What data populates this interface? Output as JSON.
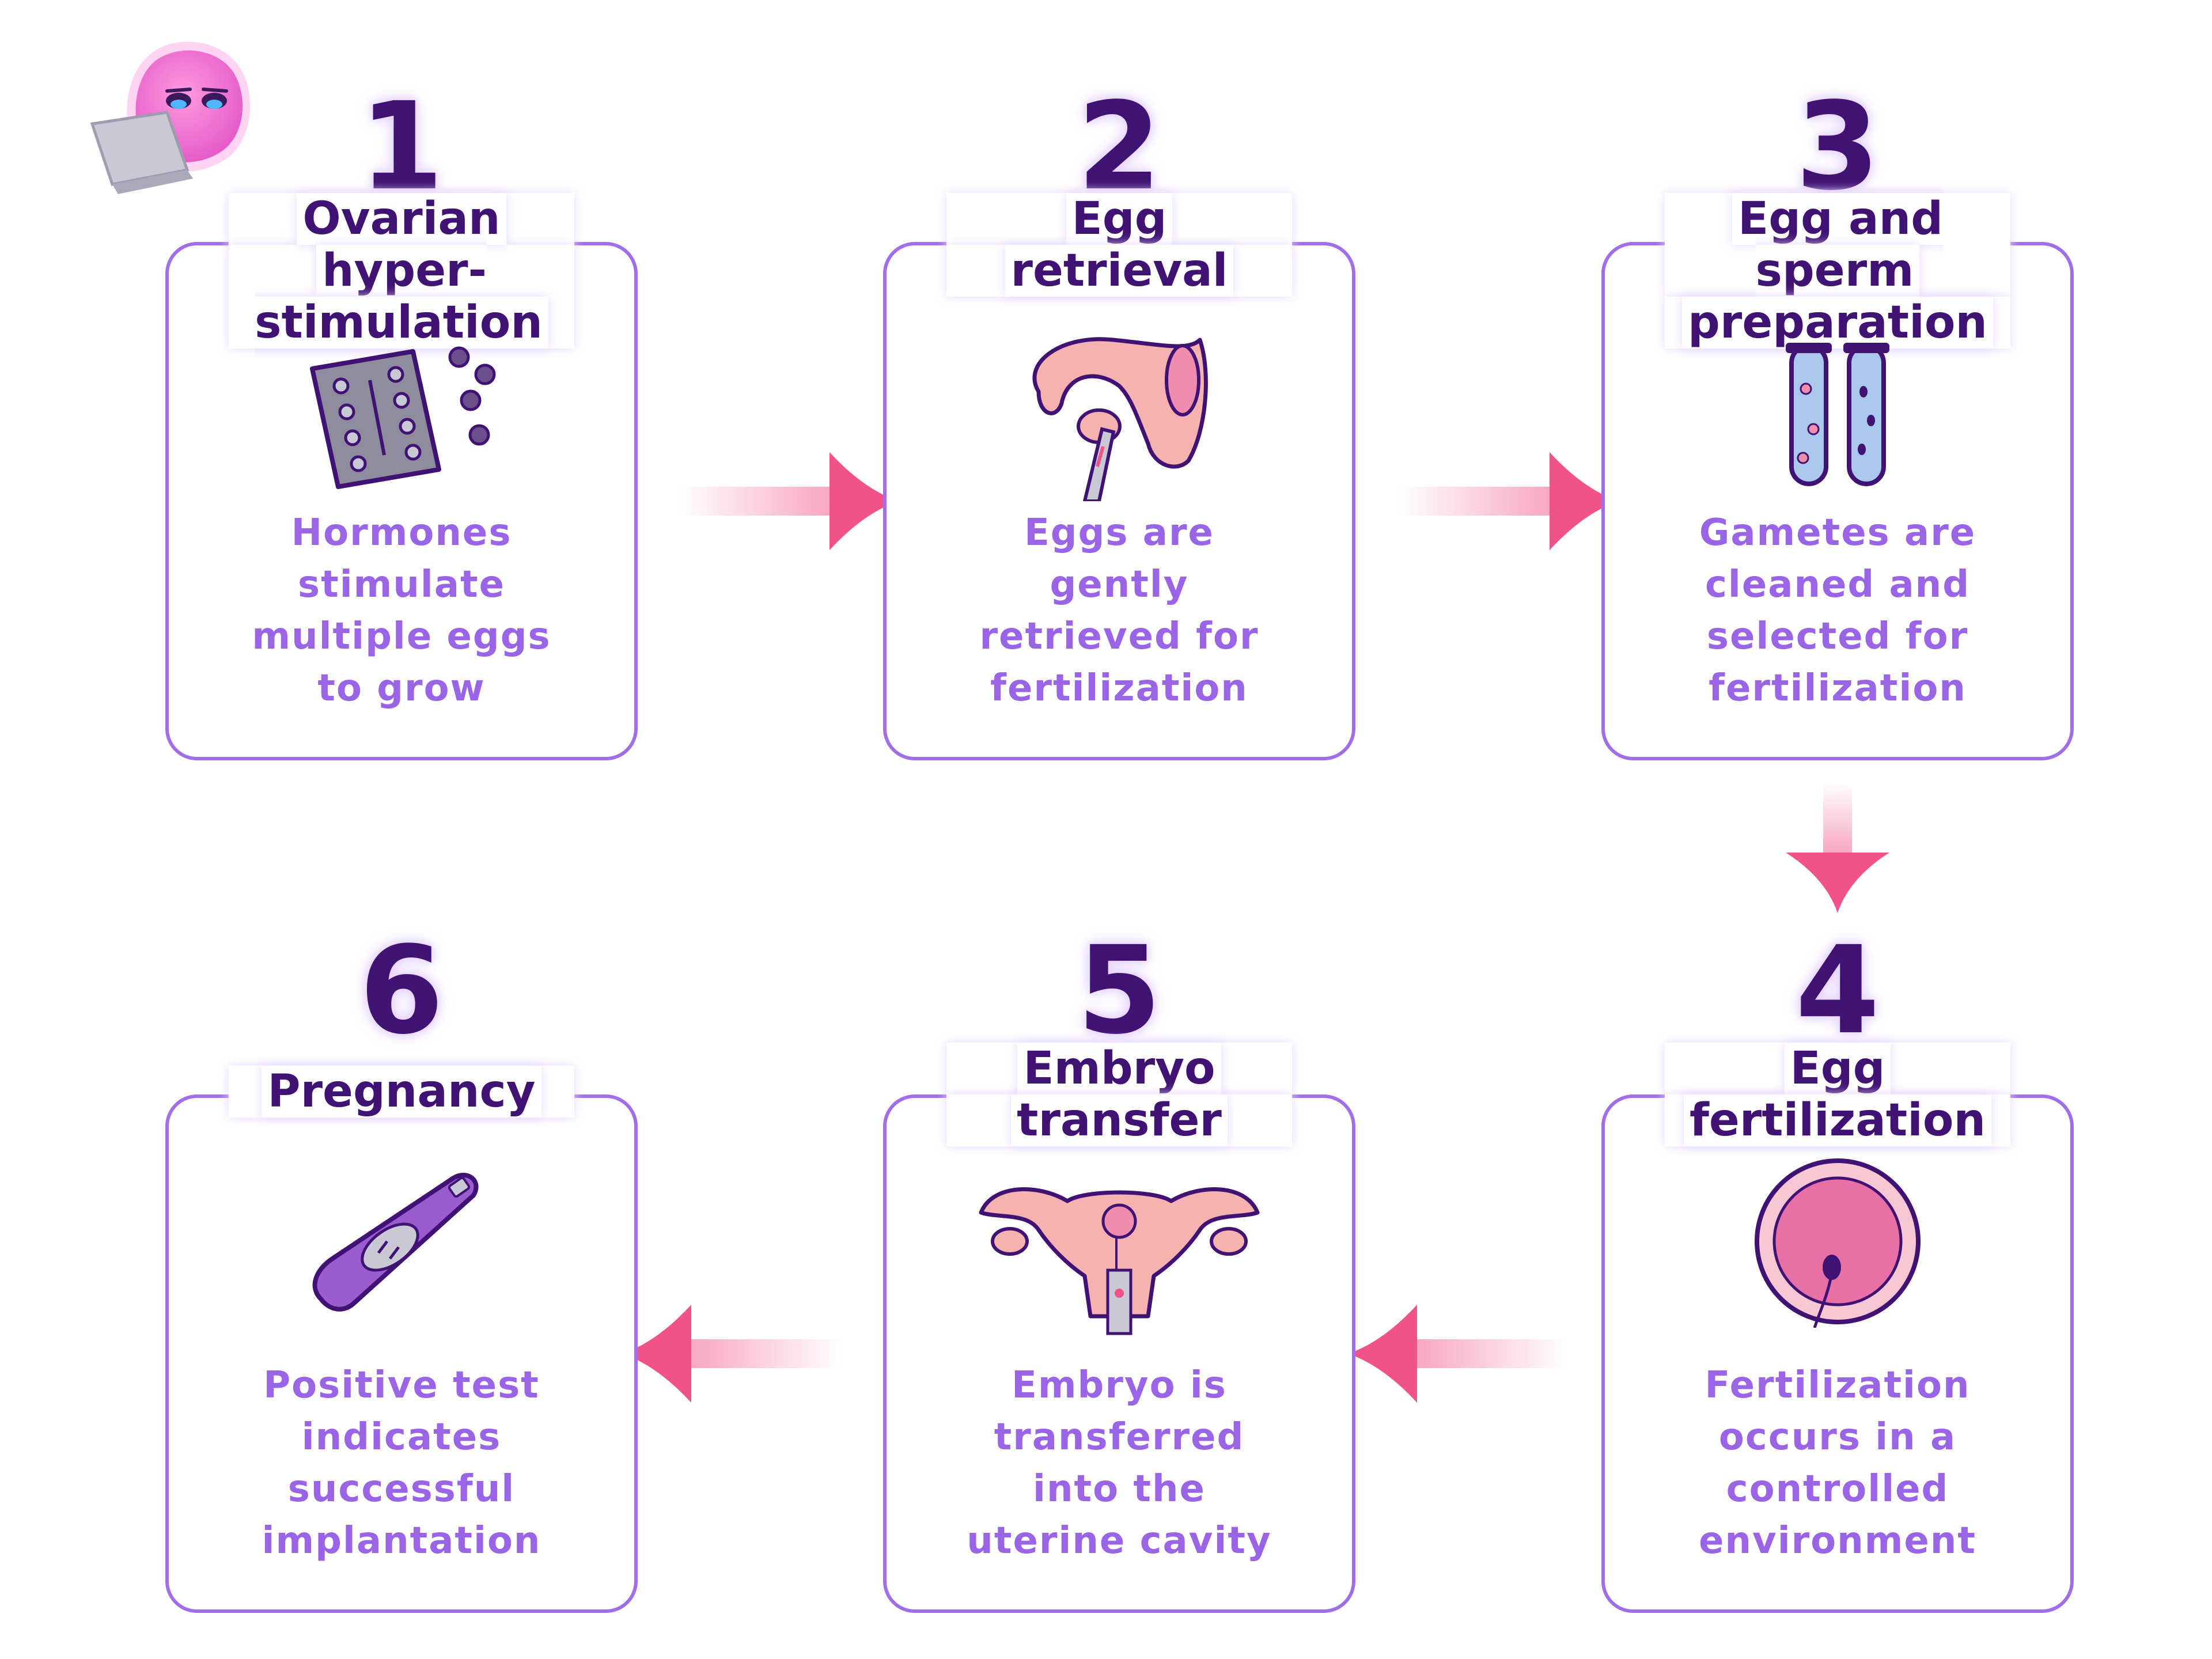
{
  "steps": [
    {
      "number": "1",
      "title_lines": [
        "Ovarian",
        "hyper-stimulation"
      ],
      "desc_lines": [
        "Hormones",
        "stimulate",
        "multiple eggs",
        "to grow"
      ],
      "icon": "pill-blister-icon"
    },
    {
      "number": "2",
      "title_lines": [
        "Egg",
        "retrieval"
      ],
      "desc_lines": [
        "Eggs are",
        "gently",
        "retrieved for",
        "fertilization"
      ],
      "icon": "egg-retrieval-icon"
    },
    {
      "number": "3",
      "title_lines": [
        "Egg and sperm",
        "preparation"
      ],
      "desc_lines": [
        "Gametes are",
        "cleaned and",
        "selected for",
        "fertilization"
      ],
      "icon": "test-tubes-icon"
    },
    {
      "number": "4",
      "title_lines": [
        "Egg",
        "fertilization"
      ],
      "desc_lines": [
        "Fertilization",
        "occurs in a",
        "controlled",
        "environment"
      ],
      "icon": "fertilized-egg-icon"
    },
    {
      "number": "5",
      "title_lines": [
        "Embryo",
        "transfer"
      ],
      "desc_lines": [
        "Embryo is",
        "transferred",
        "into the",
        "uterine cavity"
      ],
      "icon": "uterus-icon"
    },
    {
      "number": "6",
      "title_lines": [
        "Pregnancy"
      ],
      "desc_lines": [
        "Positive test",
        "indicates",
        "successful",
        "implantation"
      ],
      "icon": "pregnancy-test-icon"
    }
  ],
  "colors": {
    "accent": "#a06ee8",
    "title": "#3f1273",
    "text": "#9a64e6",
    "arrow": "#f2528a"
  }
}
